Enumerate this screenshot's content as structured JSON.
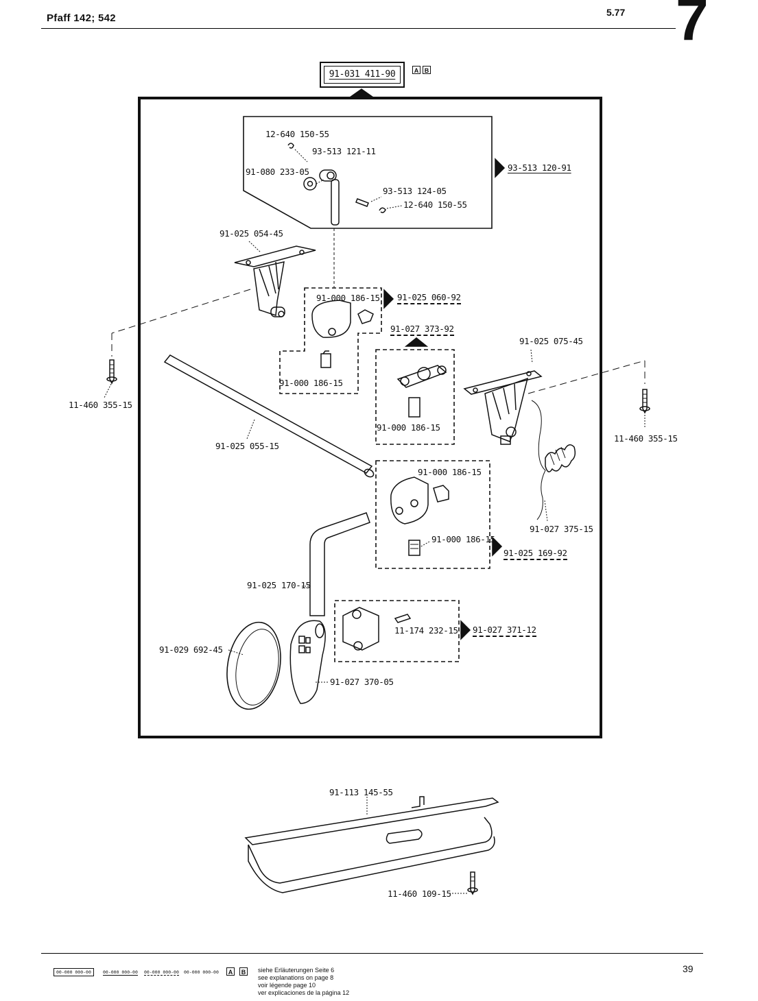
{
  "header": {
    "model": "Pfaff 142; 542",
    "date": "5.77",
    "section": "7"
  },
  "assembly": {
    "main_part": "91-031 411-90",
    "tag_a": "A",
    "tag_b": "B"
  },
  "labels": {
    "p01": "12-640 150-55",
    "p02": "93-513 121-11",
    "p03": "91-080 233-05",
    "p04": "93-513 120-91",
    "p05": "93-513 124-05",
    "p06": "12-640 150-55",
    "p07": "91-025 054-45",
    "p08": "91-000 186-15",
    "p09": "91-025 060-92",
    "p10": "91-027 373-92",
    "p11": "91-000 186-15",
    "p12": "91-025 075-45",
    "p13": "11-460 355-15",
    "p14": "11-460 355-15",
    "p15": "91-000 186-15",
    "p16": "91-025 055-15",
    "p17": "91-000 186-15",
    "p18": "91-027 375-15",
    "p19": "91-000 186-15",
    "p20": "91-025 169-92",
    "p21": "91-025 170-15",
    "p22": "11-174 232-15",
    "p23": "91-027 371-12",
    "p24": "91-029 692-45",
    "p25": "91-027 370-05",
    "p26": "91-113 145-55",
    "p27": "11-460 109-15"
  },
  "footer": {
    "legend1": "00-000 000-00",
    "legend2": "00-000 000-00",
    "legend3": "00-000 000-00",
    "legend4": "00-000 000-00",
    "tag_a": "A",
    "tag_b": "B",
    "explain_de": "siehe Erläuterungen Seite 6",
    "explain_en": "see explanations on page 8",
    "explain_fr": "voir légende page 10",
    "explain_es": "ver explicaciones de la página 12",
    "page": "39"
  }
}
